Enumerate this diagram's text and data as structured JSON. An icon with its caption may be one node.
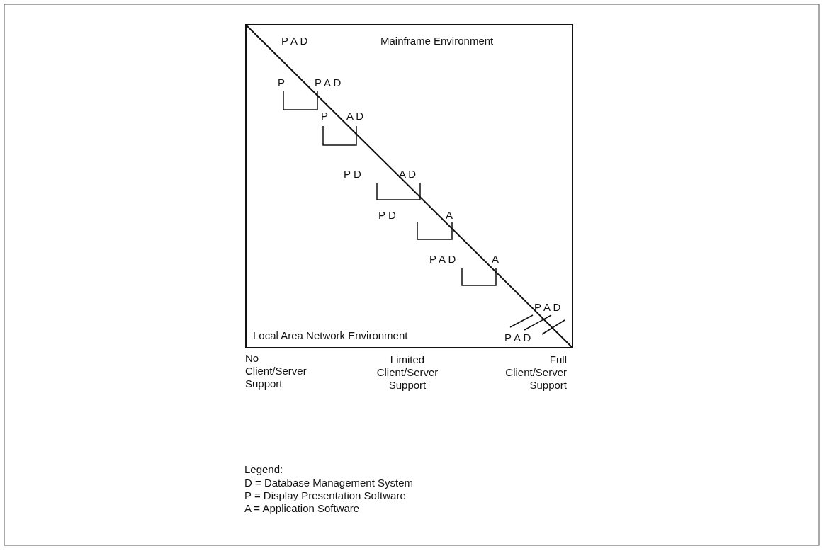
{
  "diagram": {
    "labels": [
      "P A D",
      "Mainframe Environment",
      "P",
      "P A D",
      "P",
      "A D",
      "P D",
      "A D",
      "P D",
      "A",
      "P A D",
      "A",
      "P A D",
      "Local Area Network Environment",
      "P A D",
      "No Client/Server Support",
      "Limited Client/Server Support",
      "Full Client/Server Support",
      "Legend:"
    ],
    "legend": [
      {
        "text": "D = Database Management System"
      },
      {
        "text": "P = Display Presentation Software"
      },
      {
        "text": "A = Application Software"
      }
    ]
  }
}
